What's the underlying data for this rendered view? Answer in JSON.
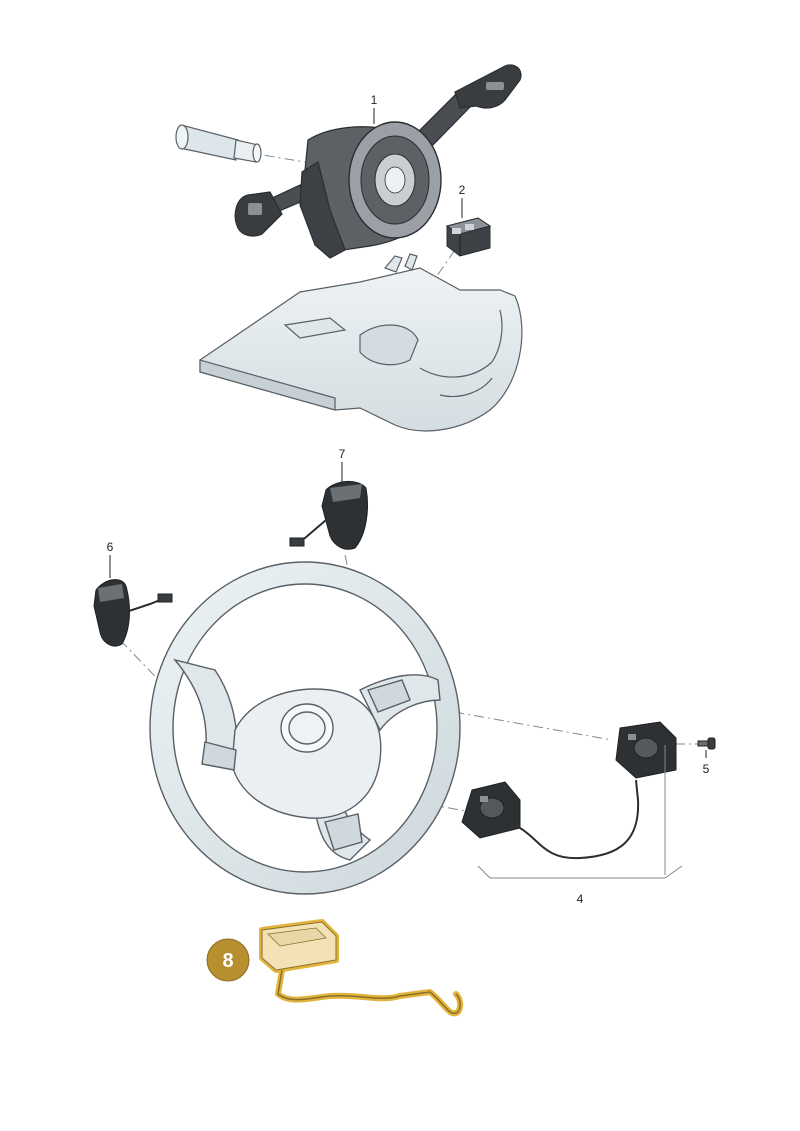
{
  "callouts": {
    "c1": "1",
    "c2": "2",
    "c4": "4",
    "c5": "5",
    "c6": "6",
    "c7": "7",
    "c8": "8"
  },
  "colors": {
    "part_fill": "#e6eef1",
    "part_stroke": "#5a6066",
    "dark_part": "#2a2d30",
    "highlight": "#e2b43c",
    "badge": "#b78f2f",
    "leader": "#808890"
  }
}
